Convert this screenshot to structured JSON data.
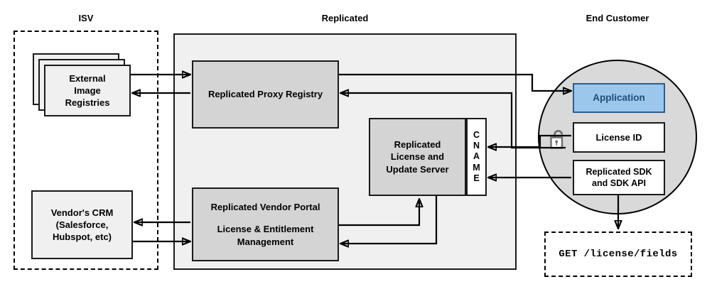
{
  "diagram": {
    "title_isv": "ISV",
    "title_replicated": "Replicated",
    "title_end_customer": "End Customer"
  },
  "isv": {
    "external_image_registries": "External\nImage\nRegistries",
    "vendor_crm": "Vendor's CRM\n(Salesforce,\nHubspot, etc)"
  },
  "replicated": {
    "proxy_registry": "Replicated Proxy Registry",
    "license_update_server": "Replicated\nLicense and\nUpdate Server",
    "cname_letters": [
      "C",
      "N",
      "A",
      "M",
      "E"
    ],
    "cname_label": "CNAME",
    "vendor_portal_line1": "Replicated Vendor Portal",
    "vendor_portal_line2": "License & Entitlement",
    "vendor_portal_line3": "Management"
  },
  "end_customer": {
    "application": "Application",
    "license_id": "License ID",
    "sdk": "Replicated SDK\nand SDK API",
    "lock_icon": "unlock-icon",
    "api_call": "GET /license/fields"
  },
  "colors": {
    "panel_fill": "#f0f0f0",
    "node_gray": "#d4d4d4",
    "circle_fill": "#d9d9d9",
    "application_fill": "#9cc7ec",
    "application_border": "#2a5f8f",
    "application_text": "#1f4e79",
    "stroke": "#1a1a1a"
  }
}
